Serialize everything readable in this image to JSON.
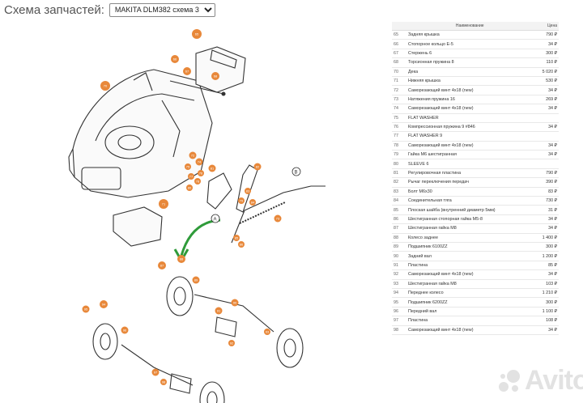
{
  "header": {
    "title": "Схема запчастей:",
    "model_select": "MAKITA DLM382 схема 3"
  },
  "table": {
    "columns": [
      "",
      "Наименование",
      "Цена"
    ],
    "rows": [
      {
        "n": "65",
        "name": "Задняя крышка",
        "price": "790 ₽"
      },
      {
        "n": "66",
        "name": "Стопорное кольцо E-5",
        "price": "34 ₽"
      },
      {
        "n": "67",
        "name": "Стержень 6",
        "price": "300 ₽"
      },
      {
        "n": "68",
        "name": "Торсионная пружина 8",
        "price": "110 ₽"
      },
      {
        "n": "70",
        "name": "Дека",
        "price": "5 020 ₽"
      },
      {
        "n": "71",
        "name": "Нижняя крышка",
        "price": "530 ₽"
      },
      {
        "n": "72",
        "name": "Саморезающий винт 4х18 (new)",
        "price": "34 ₽"
      },
      {
        "n": "73",
        "name": "Натяжения пружина 16",
        "price": "269 ₽"
      },
      {
        "n": "74",
        "name": "Саморезающий винт 4х18 (new)",
        "price": "34 ₽"
      },
      {
        "n": "75",
        "name": "FLAT WASHER",
        "price": ""
      },
      {
        "n": "76",
        "name": "Компрессионная пружина 9 #846",
        "price": "34 ₽"
      },
      {
        "n": "77",
        "name": "FLAT WASHER 9",
        "price": ""
      },
      {
        "n": "78",
        "name": "Саморезающий винт 4х18 (new)",
        "price": "34 ₽"
      },
      {
        "n": "79",
        "name": "Гайка М6 шестигранная",
        "price": "34 ₽"
      },
      {
        "n": "80",
        "name": "SLEEVE 6",
        "price": ""
      },
      {
        "n": "81",
        "name": "Регулировочная пластина",
        "price": "790 ₽"
      },
      {
        "n": "82",
        "name": "Рычаг переключения передач",
        "price": "390 ₽"
      },
      {
        "n": "83",
        "name": "Болт М6х30",
        "price": "83 ₽"
      },
      {
        "n": "84",
        "name": "Соединительная тяга",
        "price": "730 ₽"
      },
      {
        "n": "85",
        "name": "Плоская шайба (внутренний диаметр 5мм)",
        "price": "31 ₽"
      },
      {
        "n": "86",
        "name": "Шестигранная стопорная гайка М5-8",
        "price": "34 ₽"
      },
      {
        "n": "87",
        "name": "Шестигранная гайка М8",
        "price": "34 ₽"
      },
      {
        "n": "88",
        "name": "Колесо заднее",
        "price": "1 400 ₽"
      },
      {
        "n": "89",
        "name": "Подшипник 6100ZZ",
        "price": "300 ₽"
      },
      {
        "n": "90",
        "name": "Задний вал",
        "price": "1 200 ₽"
      },
      {
        "n": "91",
        "name": "Пластина",
        "price": "85 ₽"
      },
      {
        "n": "92",
        "name": "Саморезающий винт 4х18 (new)",
        "price": "34 ₽"
      },
      {
        "n": "93",
        "name": "Шестигранная гайка М8",
        "price": "103 ₽"
      },
      {
        "n": "94",
        "name": "Переднее колесо",
        "price": "1 210 ₽"
      },
      {
        "n": "95",
        "name": "Подшипник 6200ZZ",
        "price": "300 ₽"
      },
      {
        "n": "96",
        "name": "Передний вал",
        "price": "1 100 ₽"
      },
      {
        "n": "97",
        "name": "Пластина",
        "price": "108 ₽"
      },
      {
        "n": "98",
        "name": "Саморезающий винт 4х18 (new)",
        "price": "34 ₽"
      }
    ]
  },
  "diagram": {
    "callouts": [
      "65",
      "66",
      "67",
      "68",
      "70",
      "71",
      "72",
      "73",
      "74",
      "75",
      "76",
      "77",
      "78",
      "79",
      "80",
      "81",
      "82",
      "83",
      "84",
      "85",
      "86",
      "87",
      "88",
      "89",
      "90",
      "91",
      "92",
      "93",
      "94",
      "95",
      "96",
      "97",
      "98"
    ],
    "letters": [
      "A",
      "B",
      "A",
      "B"
    ],
    "callout_color": "#e8883a"
  },
  "watermark": {
    "brand": "Avito",
    "colors": [
      "#e2e2e2"
    ]
  }
}
